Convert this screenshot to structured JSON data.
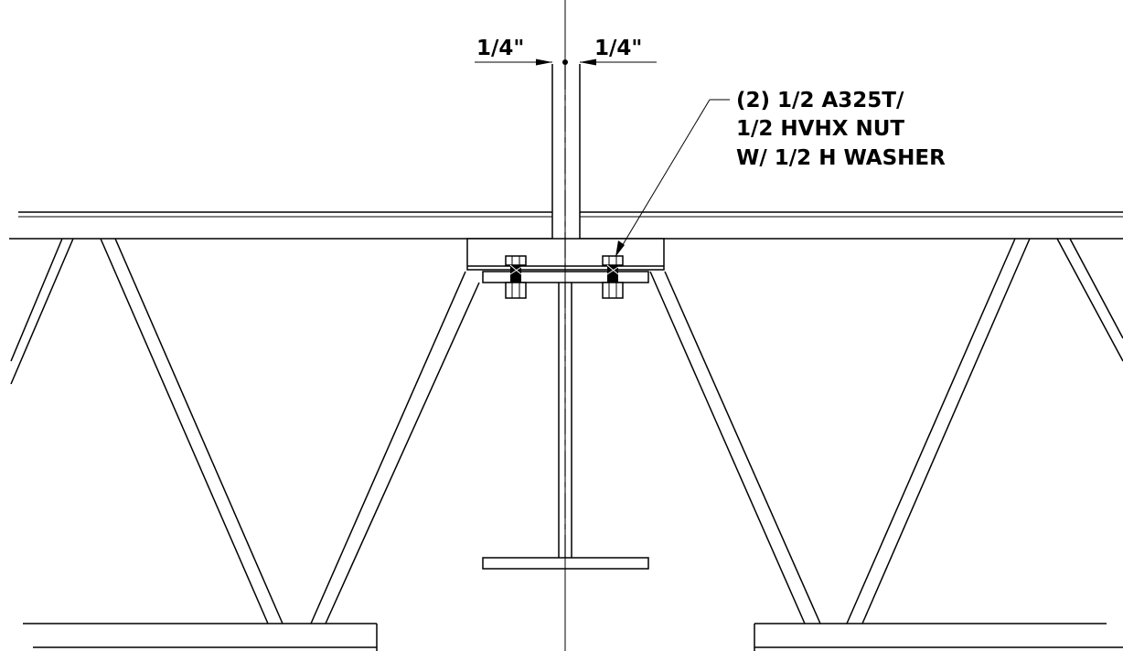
{
  "dimensions": {
    "left_gap": "1/4\"",
    "right_gap": "1/4\""
  },
  "callout": {
    "lines": [
      "(2) 1/2 A325T/",
      "1/2 HVHX NUT",
      "W/ 1/2 H WASHER"
    ]
  },
  "colors": {
    "line": "#000000",
    "background": "#ffffff"
  }
}
